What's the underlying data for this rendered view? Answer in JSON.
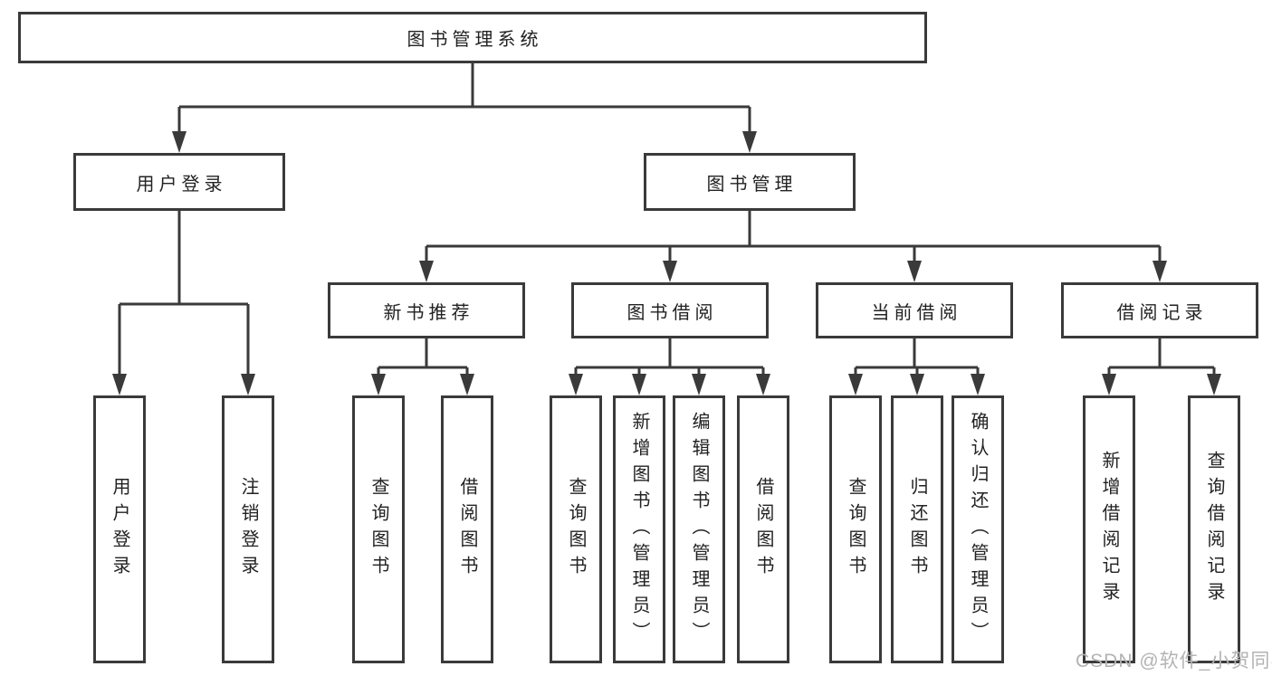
{
  "tree": {
    "label": "图书管理系统",
    "children": [
      {
        "label": "用户登录",
        "children": [
          {
            "label": "用户登录"
          },
          {
            "label": "注销登录"
          }
        ]
      },
      {
        "label": "图书管理",
        "children": [
          {
            "label": "新书推荐",
            "children": [
              {
                "label": "查询图书"
              },
              {
                "label": "借阅图书"
              }
            ]
          },
          {
            "label": "图书借阅",
            "children": [
              {
                "label": "查询图书"
              },
              {
                "label": "新增图书（管理员）"
              },
              {
                "label": "编辑图书（管理员）"
              },
              {
                "label": "借阅图书"
              }
            ]
          },
          {
            "label": "当前借阅",
            "children": [
              {
                "label": "查询图书"
              },
              {
                "label": "归还图书"
              },
              {
                "label": "确认归还（管理员）"
              }
            ]
          },
          {
            "label": "借阅记录",
            "children": [
              {
                "label": "新增借阅记录"
              },
              {
                "label": "查询借阅记录"
              }
            ]
          }
        ]
      }
    ]
  },
  "watermark": {
    "text": "CSDN @软件_小贺同学"
  },
  "colors": {
    "line": "#3a3a3a",
    "box_border": "#3a3a3a",
    "text": "#222222",
    "watermark": "#b3b3b3",
    "background": "#ffffff"
  }
}
